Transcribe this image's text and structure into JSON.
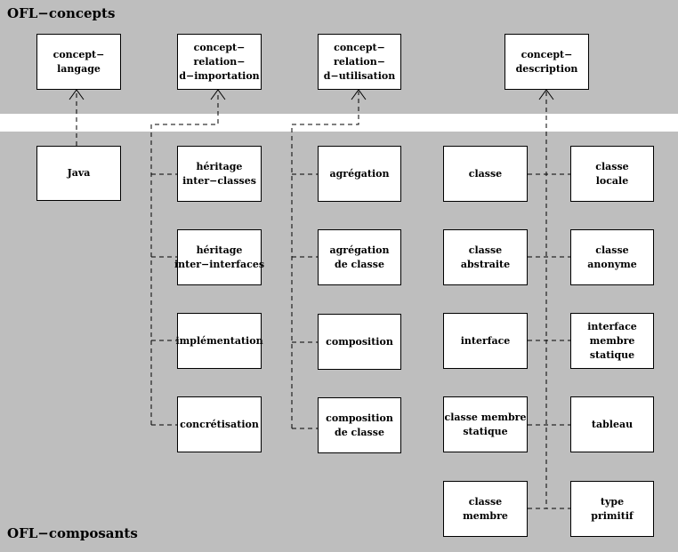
{
  "bands": {
    "concepts_title": "OFL−concepts",
    "composants_title": "OFL−composants"
  },
  "concepts": {
    "langage": "concept−\nlangage",
    "importation": "concept−\nrelation−\nd−importation",
    "utilisation": "concept−\nrelation−\nd−utilisation",
    "description": "concept−\ndescription"
  },
  "components": {
    "java": "Java",
    "heritage_inter_classes": "héritage\ninter−classes",
    "heritage_inter_interfaces": "héritage\ninter−interfaces",
    "implementation": "implémentation",
    "concretisation": "concrétisation",
    "agregation": "agrégation",
    "agregation_de_classe": "agrégation\nde classe",
    "composition": "composition",
    "composition_de_classe": "composition\nde classe",
    "classe": "classe",
    "classe_abstraite": "classe\nabstraite",
    "interface": "interface",
    "classe_membre_statique": "classe membre\nstatique",
    "classe_membre": "classe\nmembre",
    "classe_locale": "classe\nlocale",
    "classe_anonyme": "classe\nanonyme",
    "interface_membre_statique": "interface\nmembre\nstatique",
    "tableau": "tableau",
    "type_primitif": "type\nprimitif"
  }
}
